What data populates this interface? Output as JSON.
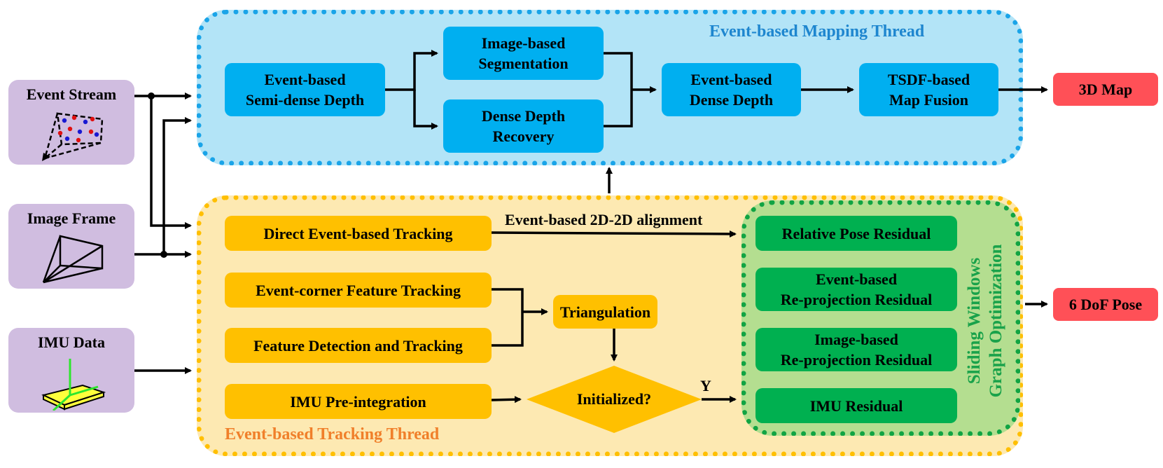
{
  "mapping_thread": {
    "title": "Event-based Mapping Thread"
  },
  "tracking_thread": {
    "title": "Event-based Tracking Thread"
  },
  "sliding_window": {
    "title": "Sliding Windows\nGraph Optimization"
  },
  "inputs": {
    "event_stream": "Event Stream",
    "image_frame": "Image Frame",
    "imu_data": "IMU Data"
  },
  "mapping": {
    "semi_dense": "Event-based\nSemi-dense Depth",
    "segmentation": "Image-based\nSegmentation",
    "dense_recovery": "Dense Depth\nRecovery",
    "dense_depth": "Event-based\nDense Depth",
    "tsdf": "TSDF-based\nMap Fusion"
  },
  "tracking": {
    "direct": "Direct  Event-based Tracking",
    "corner": "Event-corner Feature Tracking",
    "feature": "Feature Detection and Tracking",
    "imu_pre": "IMU Pre-integration",
    "triangulation": "Triangulation",
    "initialized": "Initialized?",
    "alignment_label": "Event-based 2D-2D alignment",
    "yes_label": "Y"
  },
  "residuals": {
    "relative_pose": "Relative Pose Residual",
    "event_reproj": "Event-based\nRe-projection Residual",
    "image_reproj": "Image-based\nRe-projection Residual",
    "imu": "IMU Residual"
  },
  "outputs": {
    "map": "3D Map",
    "pose": "6 DoF Pose"
  },
  "colors": {
    "mapping_bg": "#b3e4f7",
    "mapping_border": "#1aa4e8",
    "tracking_bg": "#fde9b2",
    "tracking_border": "#ffbf00",
    "sliding_bg": "#b4de90",
    "sliding_border": "#11a443",
    "input_bg": "#d0bde0",
    "blue_node": "#00aff0",
    "yellow_node": "#ffc000",
    "green_node": "#00b050",
    "output_node": "#ff5057"
  }
}
